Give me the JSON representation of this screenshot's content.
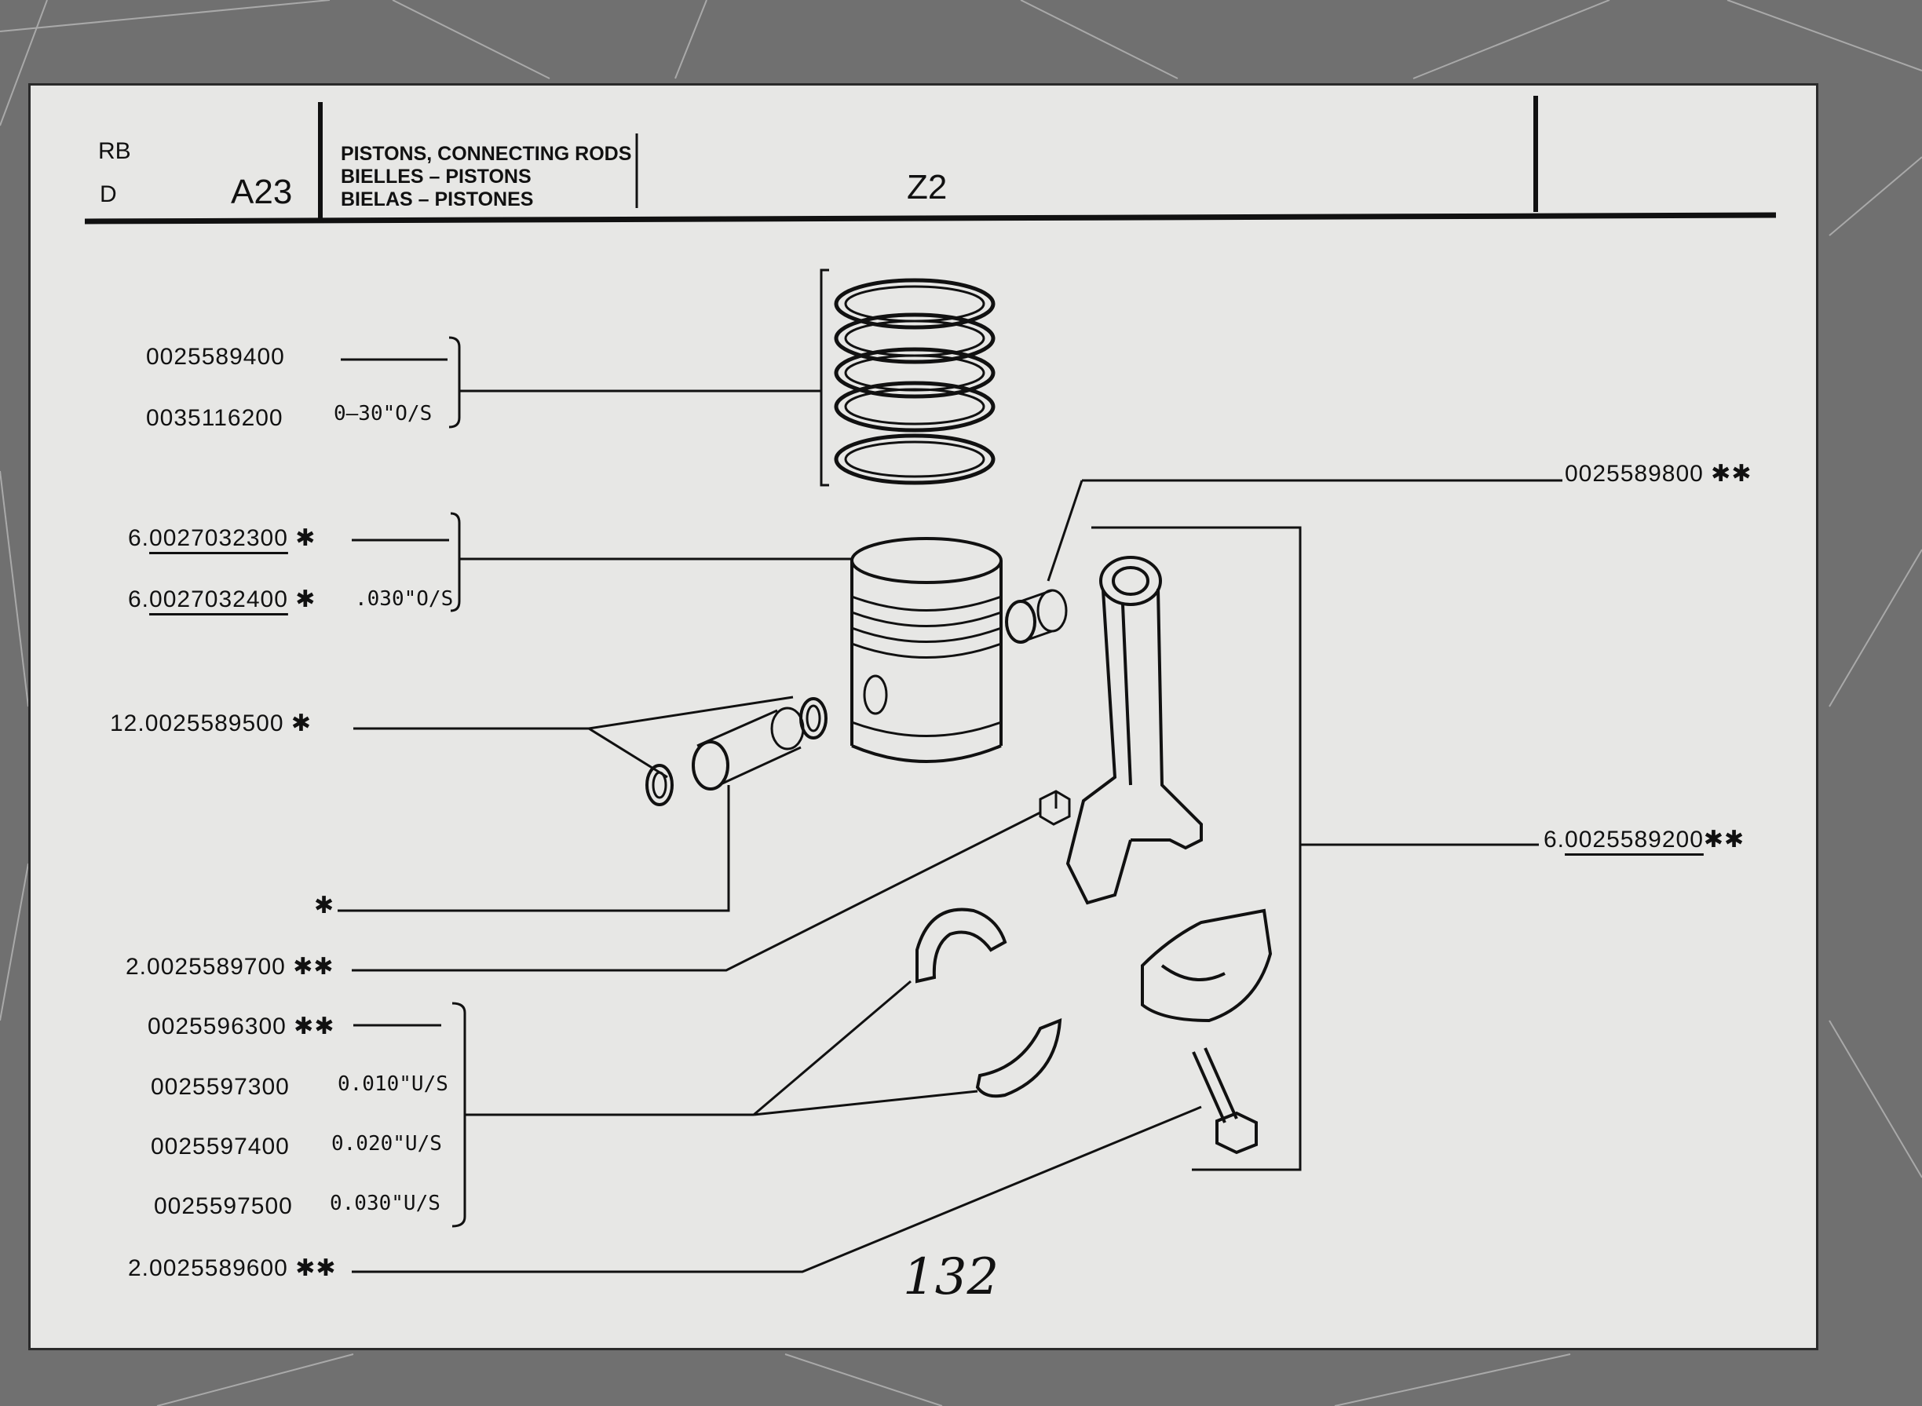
{
  "header": {
    "code_top": "RB",
    "code_bottom": "D",
    "section": "A23",
    "title_en": "PISTONS, CONNECTING RODS",
    "title_fr": "BIELLES – PISTONS",
    "title_es": "BIELAS – PISTONES",
    "model": "Z2"
  },
  "parts": {
    "rings_std": "0025589400",
    "rings_os_num": "0035116200",
    "rings_os_note": "0–30\"O/S",
    "piston_std_prefix": "6.",
    "piston_std_num": "0027032300",
    "piston_std_mark": "✱",
    "piston_os_prefix": "6.",
    "piston_os_num": "0027032400",
    "piston_os_mark": "✱",
    "piston_os_note": ".030\"O/S",
    "circlip": "12.0025589500 ✱",
    "pin_mark": "✱",
    "nut": "2.0025589700 ✱✱",
    "bearing_std": "0025596300 ✱✱",
    "bearing_us1_num": "0025597300",
    "bearing_us1_note": "0.010\"U/S",
    "bearing_us2_num": "0025597400",
    "bearing_us2_note": "0.020\"U/S",
    "bearing_us3_num": "0025597500",
    "bearing_us3_note": "0.030\"U/S",
    "bolt": "2.0025589600 ✱✱",
    "bush": "0025589800 ✱✱",
    "conrod_prefix": "6.",
    "conrod_num": "0025589200",
    "conrod_mark": "✱✱"
  },
  "page_number": "132"
}
